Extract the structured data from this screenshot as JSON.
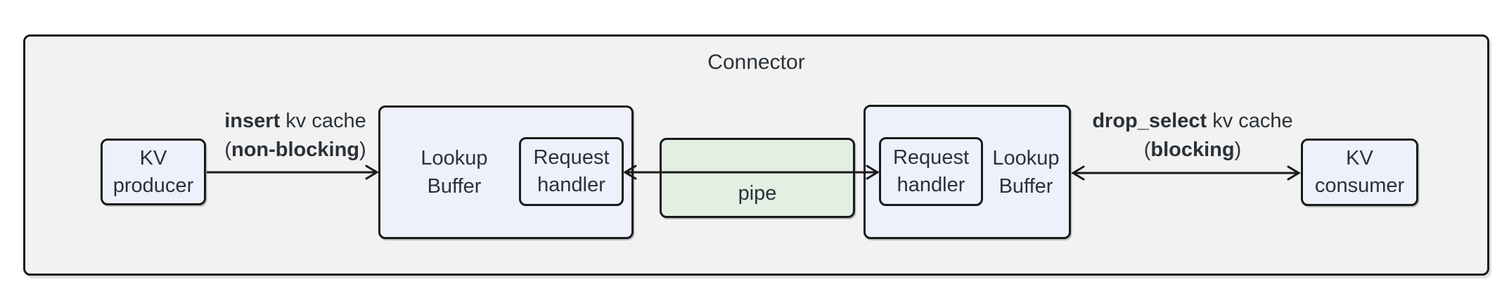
{
  "title": "Connector",
  "colors": {
    "page_bg": "#ffffff",
    "canvas_fill": "#f2f2f2",
    "node_fill": "#edf1fb",
    "pipe_fill": "#e2efe2",
    "node_border": "#1a1a1a",
    "arrow": "#1a1a1a",
    "text": "#2b3137"
  },
  "nodes": {
    "kv_producer": {
      "line1": "KV",
      "line2": "producer"
    },
    "lookup_buffer_left": {
      "line1": "Lookup",
      "line2": "Buffer"
    },
    "request_handler_left": {
      "line1": "Request",
      "line2": "handler"
    },
    "pipe": {
      "label": "pipe"
    },
    "request_handler_right": {
      "line1": "Request",
      "line2": "handler"
    },
    "lookup_buffer_right": {
      "line1": "Lookup",
      "line2": "Buffer"
    },
    "kv_consumer": {
      "line1": "KV",
      "line2": "consumer"
    }
  },
  "edge_labels": {
    "insert": {
      "bold1": "insert",
      "rest1": " kv cache",
      "open2": "(",
      "bold2": "non-blocking",
      "close2": ")"
    },
    "drop_select": {
      "bold1": "drop_select",
      "rest1": " kv cache",
      "open2": "(",
      "bold2": "blocking",
      "close2": ")"
    }
  }
}
